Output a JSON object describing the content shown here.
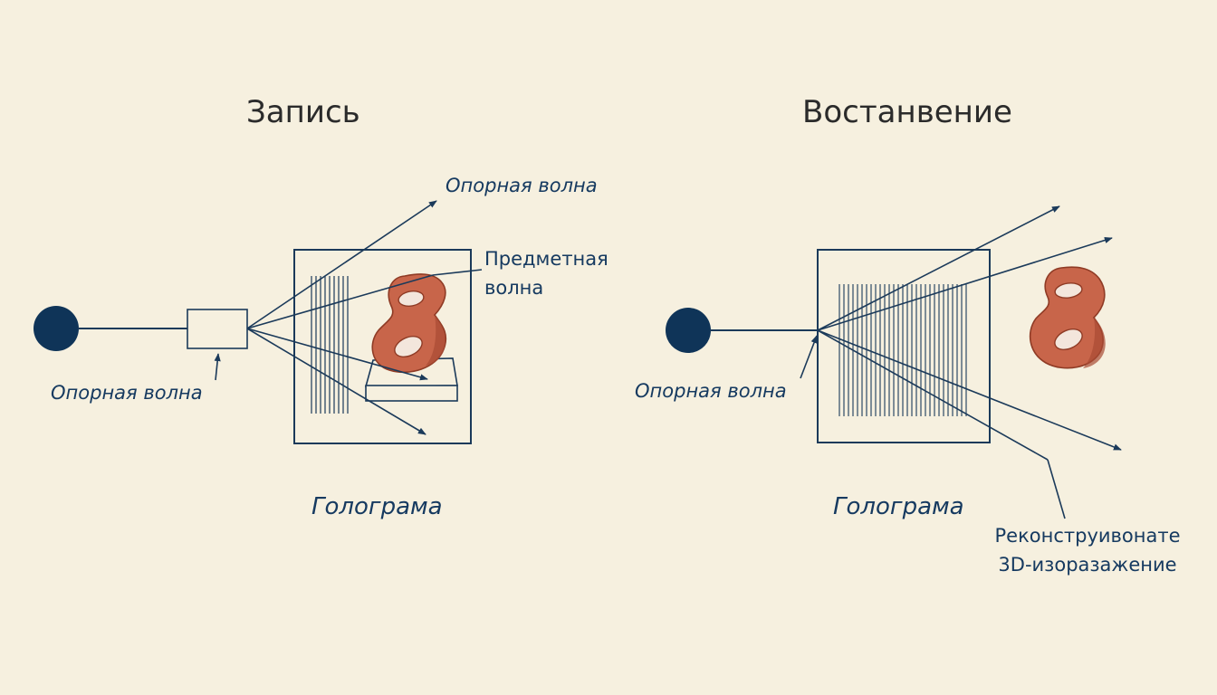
{
  "recording": {
    "title": "Запись",
    "reference_wave_top": "Опорная волна",
    "object_wave": [
      "Предметная",
      "волна"
    ],
    "reference_wave_bottom": "Опорная волна",
    "hologram": "Голограма"
  },
  "reconstruction": {
    "title": "Востанвение",
    "reference_wave": "Опорная волна",
    "hologram": "Голограма",
    "reconstructed_image": [
      "Реконструивонате",
      "3D-изоразажение"
    ]
  },
  "colors": {
    "background": "#f6f0df",
    "line": "#1b3a5a",
    "source": "#0f3458",
    "object_fill": "#c8654a",
    "object_stroke": "#8f3b25",
    "object_hole": "#f3e6dc"
  },
  "icons": [
    "light-source-dot",
    "beam-splitter-box",
    "hologram-plate",
    "object-figure-eight",
    "object-pedestal"
  ]
}
